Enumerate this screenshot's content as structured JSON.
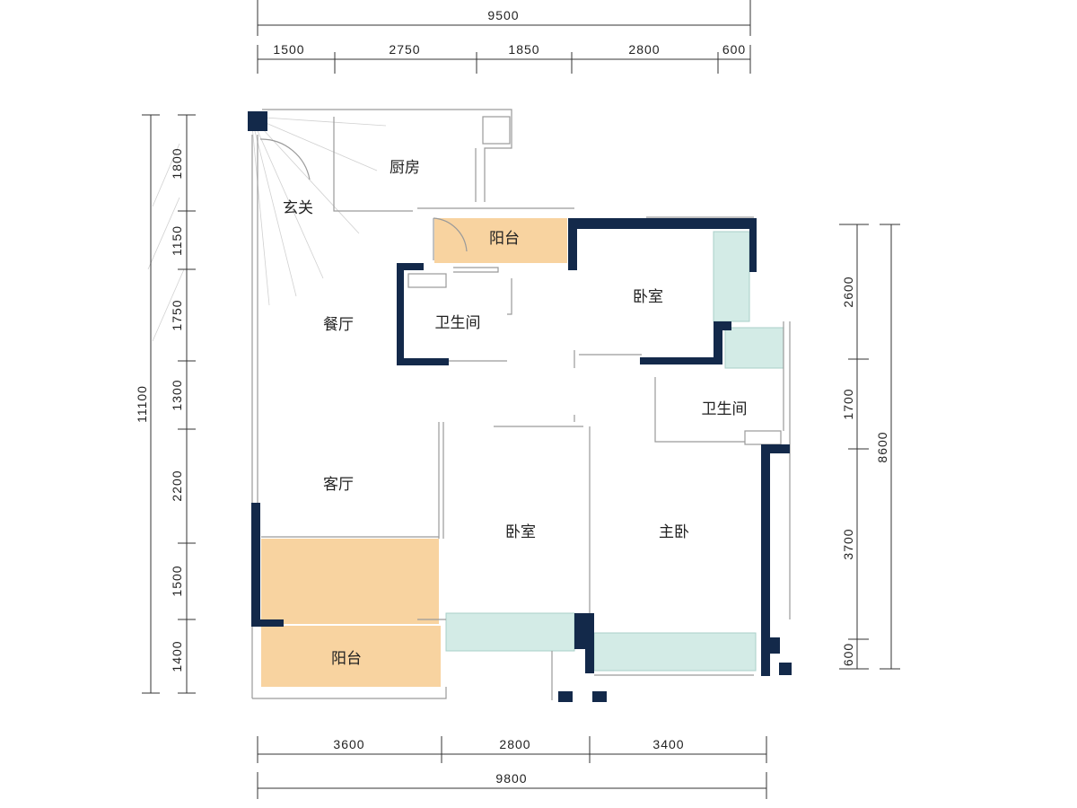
{
  "dimensions": {
    "top_total": "9500",
    "top_segments": [
      "1500",
      "2750",
      "1850",
      "2800",
      "600"
    ],
    "bottom_total": "9800",
    "bottom_segments": [
      "3600",
      "2800",
      "3400"
    ],
    "left_total": "11100",
    "left_segments": [
      "1800",
      "1150",
      "1750",
      "1300",
      "2200",
      "1500",
      "1400"
    ],
    "right_total": "8600",
    "right_segments": [
      "2600",
      "1700",
      "3700",
      "600"
    ]
  },
  "rooms": {
    "kitchen": "厨房",
    "entrance": "玄关",
    "balcony_north": "阳台",
    "dining": "餐厅",
    "bathroom_public": "卫生间",
    "bedroom_north": "卧室",
    "bathroom_master": "卫生间",
    "living": "客厅",
    "bedroom_south": "卧室",
    "master_bedroom": "主卧",
    "balcony_south": "阳台"
  },
  "colors": {
    "wall": "#13294a",
    "balcony": "#f8d3a0",
    "window_bay": "#d3ebe6",
    "partition": "#9a9a9a"
  }
}
